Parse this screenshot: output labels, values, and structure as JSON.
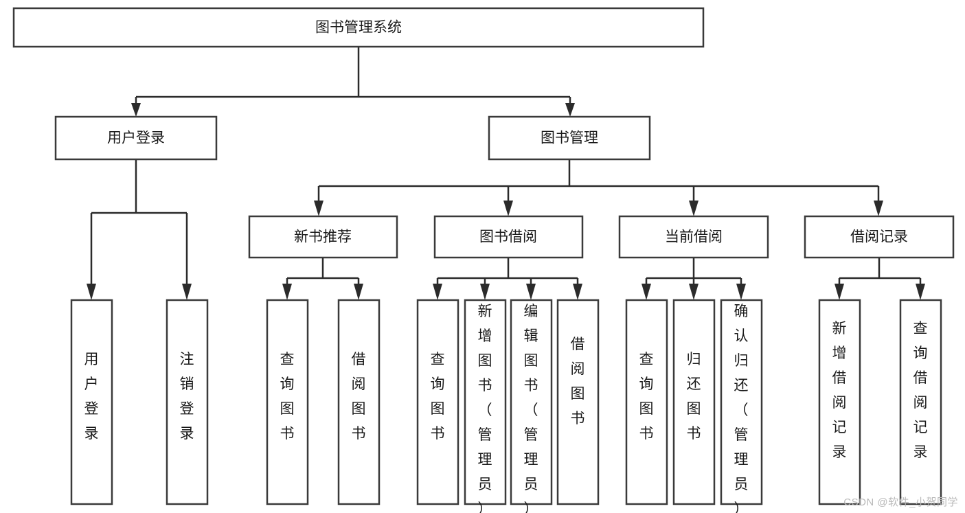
{
  "diagram": {
    "title": "图书管理系统",
    "type": "tree-hierarchy-chart",
    "orientation": "top-down",
    "colors": {
      "box_stroke": "#3a3a3a",
      "box_fill": "#ffffff",
      "connector": "#2b2b2b",
      "text": "#1a1a1a",
      "watermark": "#b9b9b9",
      "background": "#ffffff"
    },
    "root": {
      "id": "root",
      "label": "图书管理系统",
      "orientation": "horizontal"
    },
    "level2": [
      {
        "id": "user-login",
        "label": "用户登录",
        "orientation": "horizontal"
      },
      {
        "id": "book-manage",
        "label": "图书管理",
        "orientation": "horizontal"
      }
    ],
    "level3": [
      {
        "id": "new-book-recommend",
        "label": "新书推荐",
        "orientation": "horizontal",
        "parent": "book-manage"
      },
      {
        "id": "book-borrow",
        "label": "图书借阅",
        "orientation": "horizontal",
        "parent": "book-manage"
      },
      {
        "id": "current-borrow",
        "label": "当前借阅",
        "orientation": "horizontal",
        "parent": "book-manage"
      },
      {
        "id": "borrow-record",
        "label": "借阅记录",
        "orientation": "horizontal",
        "parent": "book-manage"
      }
    ],
    "leaves": [
      {
        "id": "leaf-user-login",
        "label": "用户登录",
        "orientation": "vertical",
        "parent": "user-login"
      },
      {
        "id": "leaf-user-logout",
        "label": "注销登录",
        "orientation": "vertical",
        "parent": "user-login"
      },
      {
        "id": "leaf-query-book-1",
        "label": "查询图书",
        "orientation": "vertical",
        "parent": "new-book-recommend"
      },
      {
        "id": "leaf-borrow-book-1",
        "label": "借阅图书",
        "orientation": "vertical",
        "parent": "new-book-recommend"
      },
      {
        "id": "leaf-query-book-2",
        "label": "查询图书",
        "orientation": "vertical",
        "parent": "book-borrow"
      },
      {
        "id": "leaf-add-book",
        "label": "新增图书（管理员）",
        "orientation": "vertical",
        "parent": "book-borrow"
      },
      {
        "id": "leaf-edit-book",
        "label": "编辑图书（管理员）",
        "orientation": "vertical",
        "parent": "book-borrow"
      },
      {
        "id": "leaf-borrow-book-2",
        "label": "借阅图书",
        "orientation": "vertical",
        "parent": "book-borrow"
      },
      {
        "id": "leaf-query-book-3",
        "label": "查询图书",
        "orientation": "vertical",
        "parent": "current-borrow"
      },
      {
        "id": "leaf-return-book",
        "label": "归还图书",
        "orientation": "vertical",
        "parent": "current-borrow"
      },
      {
        "id": "leaf-confirm-return",
        "label": "确认归还（管理员）",
        "orientation": "vertical",
        "parent": "current-borrow"
      },
      {
        "id": "leaf-add-record",
        "label": "新增借阅记录",
        "orientation": "vertical",
        "parent": "borrow-record"
      },
      {
        "id": "leaf-query-record",
        "label": "查询借阅记录",
        "orientation": "vertical",
        "parent": "borrow-record"
      }
    ]
  },
  "watermark": {
    "text": "CSDN @软件_小贺同学"
  }
}
